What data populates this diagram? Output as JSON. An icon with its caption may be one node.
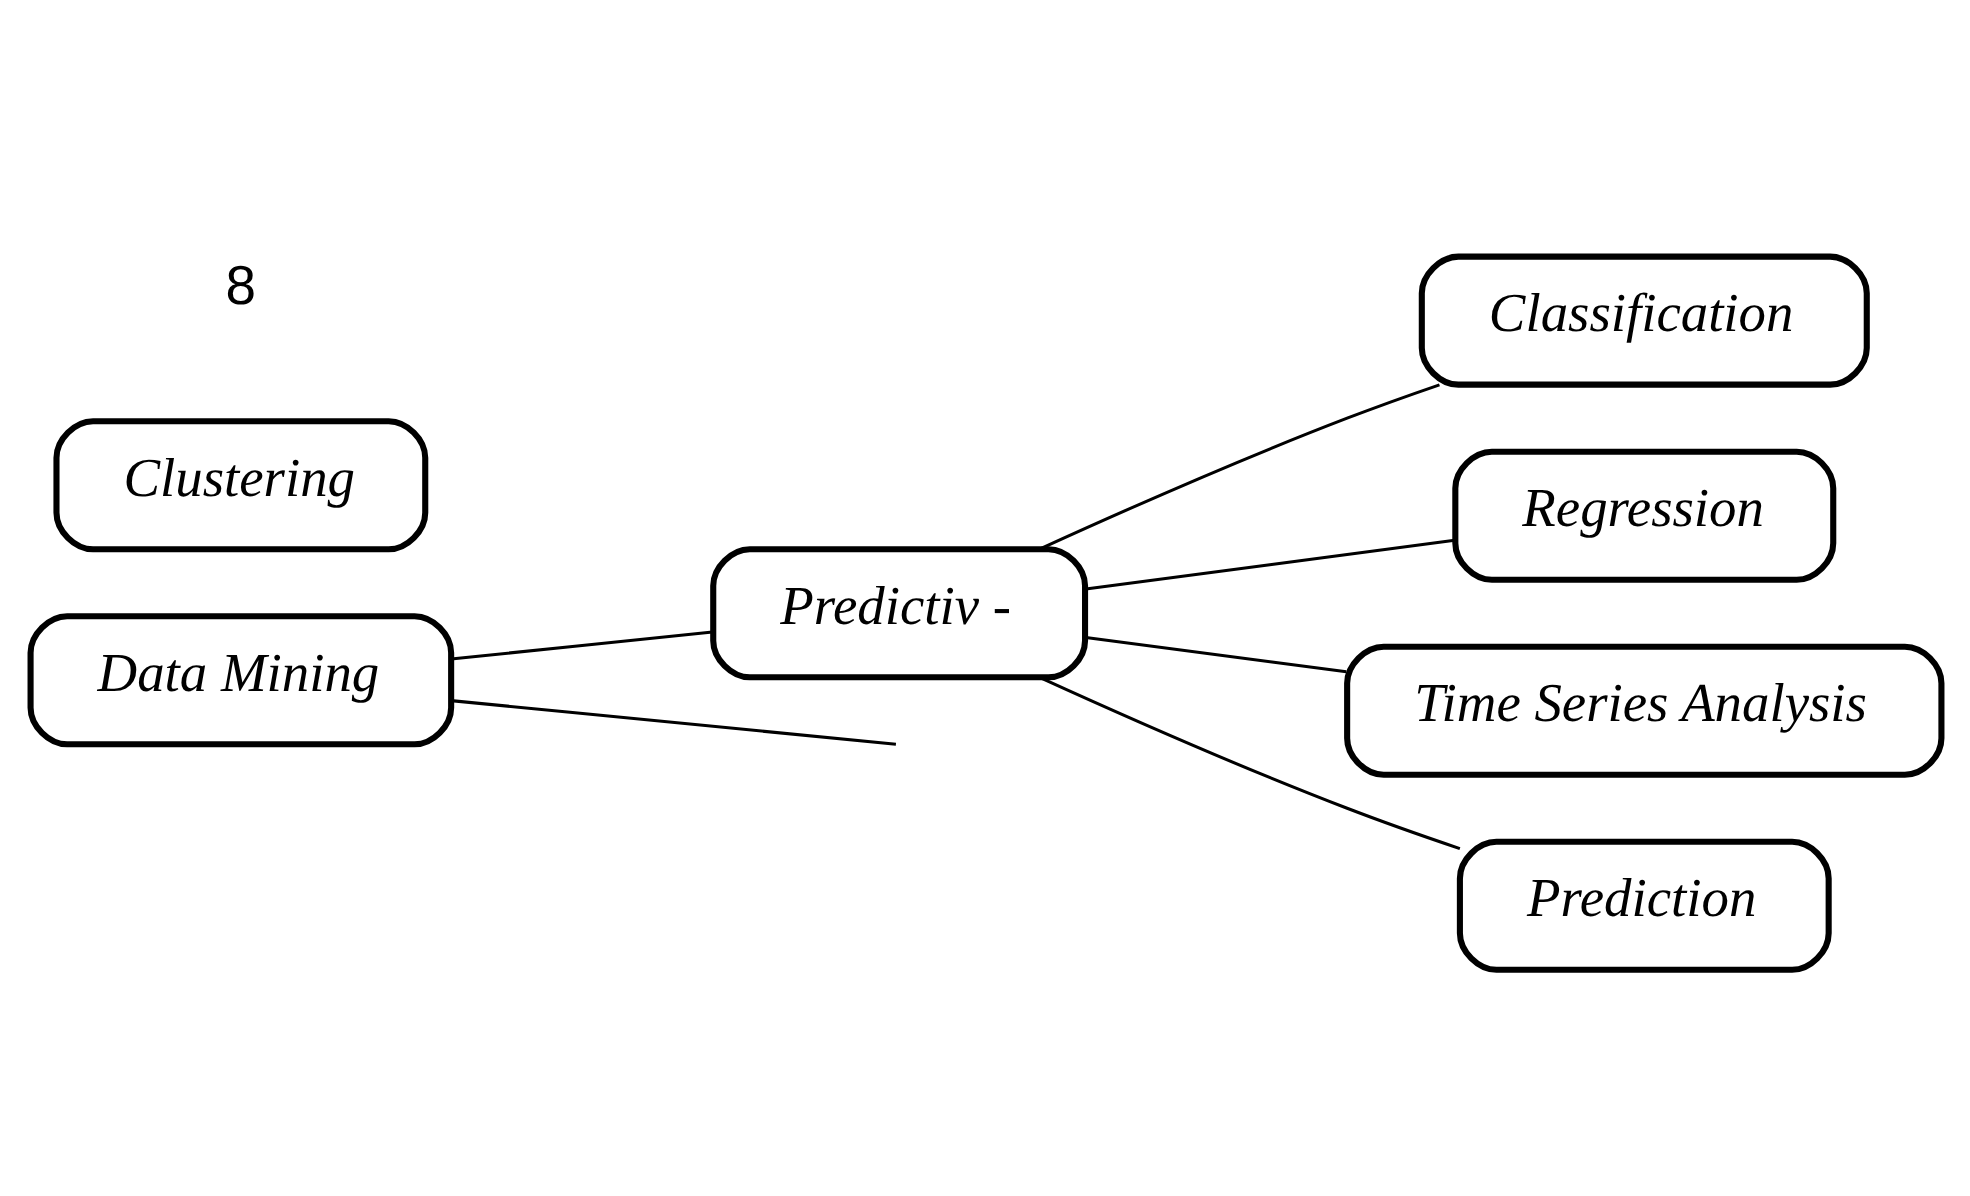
{
  "diagram": {
    "nodes": [
      {
        "text": [
          "Data Mining"
        ]
      },
      {
        "text": [
          "Predictiv -"
        ]
      },
      {
        "text": [
          "Classification"
        ]
      },
      {
        "text": [
          "Regression"
        ]
      },
      {
        "text": [
          "Time Series Analysis"
        ]
      },
      {
        "text": [
          "Prediction"
        ]
      },
      {
        "text": [
          "Clustering"
        ]
      }
    ],
    "edges": [
      {
        "from": 0,
        "to": 1,
        "arrow": "none"
      },
      {
        "from": 1,
        "to": 2,
        "arrow": "none"
      },
      {
        "from": 1,
        "to": 3,
        "arrow": "none"
      },
      {
        "from": 1,
        "to": 4,
        "arrow": "none"
      },
      {
        "from": 1,
        "to": 5,
        "arrow": "none"
      },
      {
        "from": 0,
        "to": null,
        "arrow": "none"
      }
    ],
    "labels": [
      "8"
    ]
  }
}
